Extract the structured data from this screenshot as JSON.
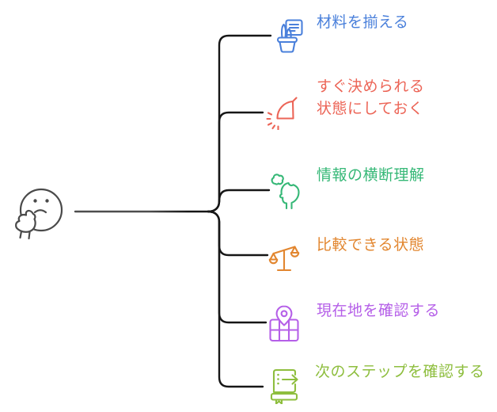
{
  "diagram": {
    "type": "mindmap",
    "root": {
      "icon": "thinking-face-icon"
    },
    "nodes": [
      {
        "id": "gather-materials",
        "lines": [
          "材料を揃える"
        ],
        "color": "#4a80db",
        "icon": "stationery-cup-document-icon"
      },
      {
        "id": "ready-to-decide",
        "lines": [
          "すぐ決められる",
          "状態にしておく"
        ],
        "color": "#ec6557",
        "icon": "quick-decision-timer-icon"
      },
      {
        "id": "cross-understanding",
        "lines": [
          "情報の横断理解"
        ],
        "color": "#36b877",
        "icon": "head-puzzle-icon"
      },
      {
        "id": "comparable-state",
        "lines": [
          "比較できる状態"
        ],
        "color": "#e2862f",
        "icon": "balance-scale-icon"
      },
      {
        "id": "check-current-location",
        "lines": [
          "現在地を確認する"
        ],
        "color": "#b55fe8",
        "icon": "map-location-pin-icon"
      },
      {
        "id": "check-next-step",
        "lines": [
          "次のステップを確認する"
        ],
        "color": "#8ebe3e",
        "icon": "book-next-step-arrow-icon"
      }
    ],
    "colors": {
      "connector": "#161616",
      "face": "#4a4a4a",
      "background": "#ffffff"
    }
  }
}
